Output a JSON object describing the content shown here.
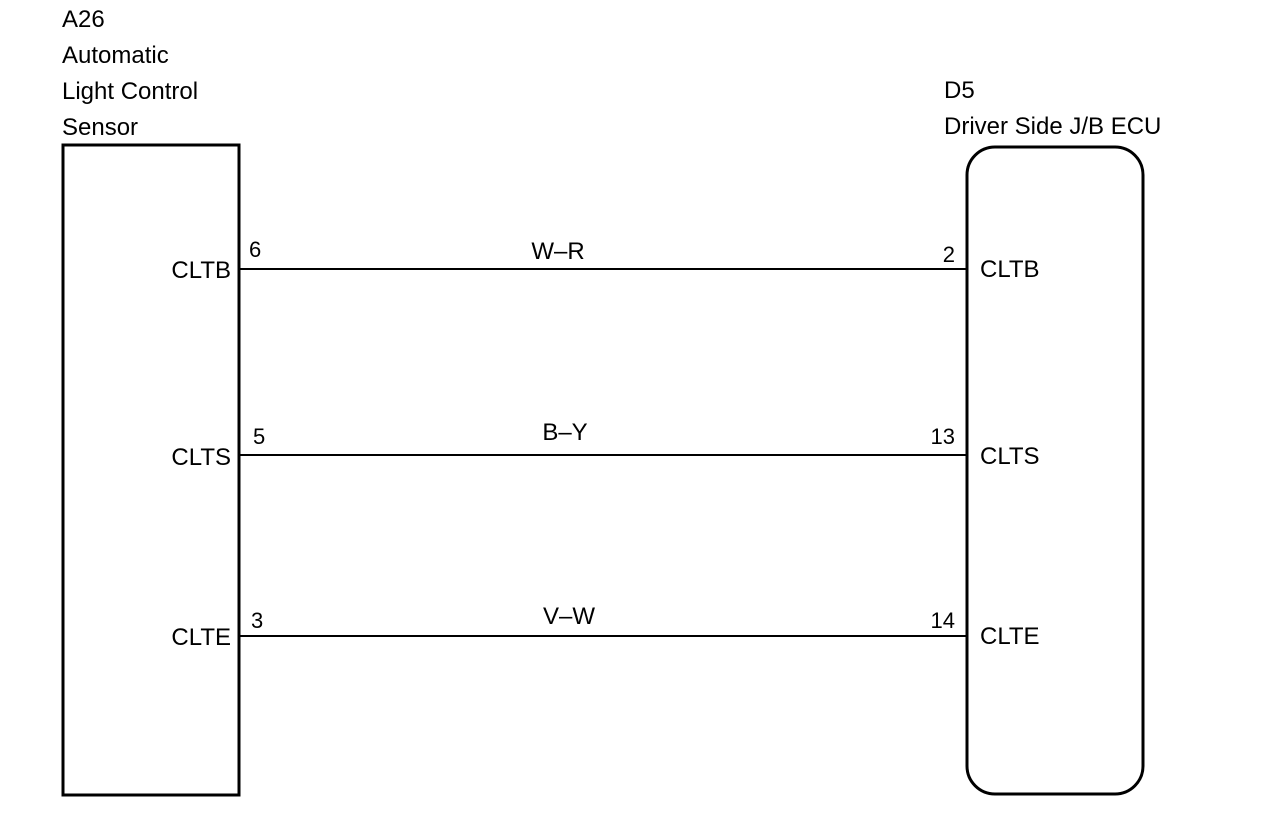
{
  "left_component": {
    "code": "A26",
    "name_lines": [
      "Automatic",
      "Light Control",
      "Sensor"
    ]
  },
  "right_component": {
    "code": "D5",
    "name_lines": [
      "Driver Side J/B ECU"
    ]
  },
  "wires": [
    {
      "left_pin_label": "CLTB",
      "left_pin": "6",
      "color": "W–R",
      "right_pin": "2",
      "right_pin_label": "CLTB"
    },
    {
      "left_pin_label": "CLTS",
      "left_pin": "5",
      "color": "B–Y",
      "right_pin": "13",
      "right_pin_label": "CLTS"
    },
    {
      "left_pin_label": "CLTE",
      "left_pin": "3",
      "color": "V–W",
      "right_pin": "14",
      "right_pin_label": "CLTE"
    }
  ]
}
